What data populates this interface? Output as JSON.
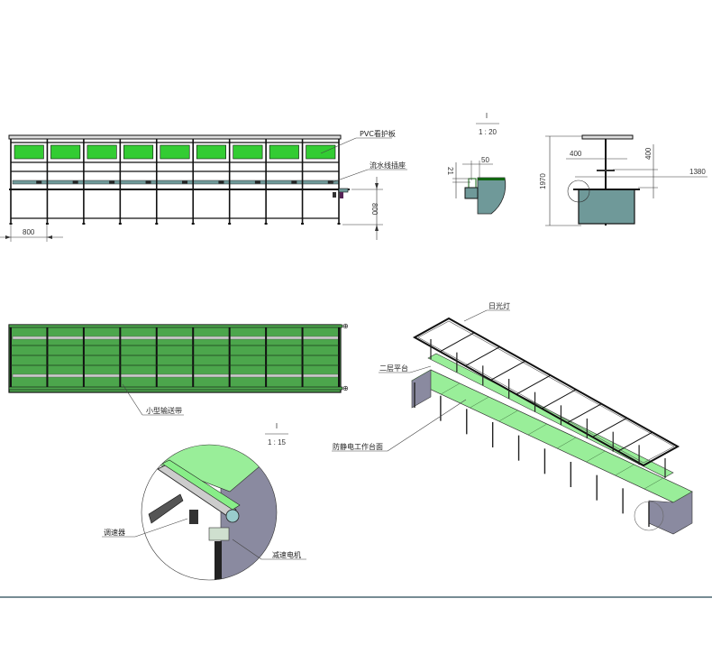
{
  "drawing": {
    "front_view": {
      "callouts": {
        "pvc_panel": "PVC看护板",
        "line_socket": "流水线插座"
      },
      "dims": {
        "bay_width": "800",
        "table_height": "800"
      },
      "bays": 9
    },
    "detail_view_1": {
      "label": "I",
      "scale": "1 : 20",
      "dims": {
        "width": "50",
        "height": "21"
      }
    },
    "side_view": {
      "dims": {
        "total_height": "1970",
        "shelf_width": "400",
        "shelf_height": "400",
        "table_depth": "1380"
      }
    },
    "top_view": {
      "callouts": {
        "conveyor": "小型输送带"
      },
      "bays": 9
    },
    "detail_view_2": {
      "label": "I",
      "scale": "1 : 15",
      "callouts": {
        "speed_controller": "调速器",
        "gear_motor": "减速电机"
      }
    },
    "iso_view": {
      "callouts": {
        "daylight_lamp": "日光灯",
        "second_platform": "二层平台",
        "esd_worktop": "防静电工作台面"
      },
      "bays": 9
    },
    "colors": {
      "panel_green": "#33cc33",
      "belt_green": "#4ca64c",
      "worktop_green": "#99ee99",
      "steel_gray": "#6f9999",
      "panel_gray": "#8a8aa0"
    }
  }
}
